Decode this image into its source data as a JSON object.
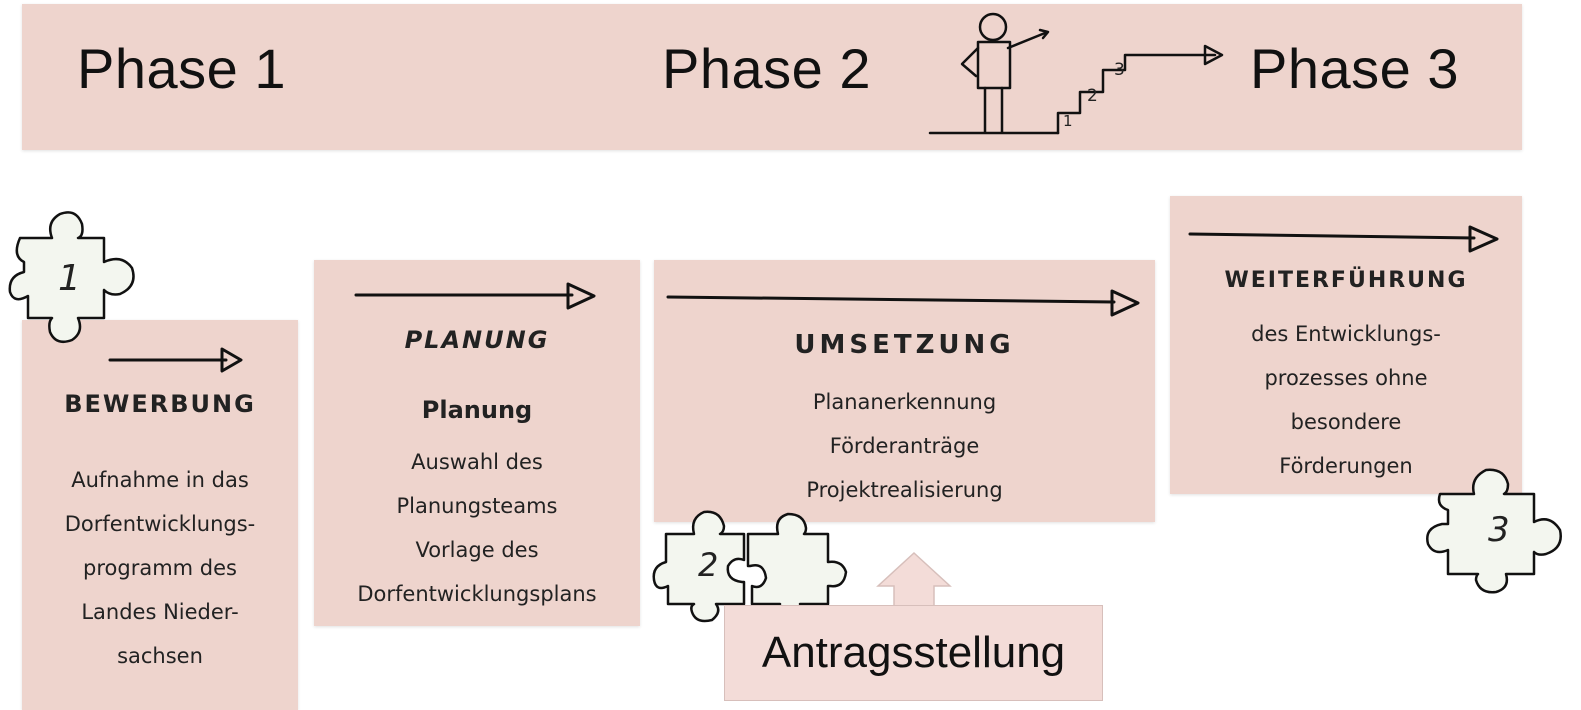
{
  "banner": {
    "phase1": "Phase 1",
    "phase2": "Phase 2",
    "phase3": "Phase 3",
    "stairs": [
      "1",
      "2",
      "3"
    ]
  },
  "puzzles": {
    "p1": "1",
    "p2": "2",
    "p3": "3"
  },
  "cards": {
    "bewerbung": {
      "heading": "BEWERBUNG",
      "lines": [
        "Aufnahme in das",
        "Dorfentwicklungs-",
        "programm des",
        "Landes Nieder-",
        "sachsen"
      ]
    },
    "planung": {
      "heading": "PLANUNG",
      "subheading": "Planung",
      "lines": [
        "Auswahl des",
        "Planungsteams",
        "Vorlage des",
        "Dorfentwicklungsplans"
      ]
    },
    "umsetzung": {
      "heading": "UMSETZUNG",
      "lines": [
        "Plananerkennung",
        "Förderanträge",
        "Projektrealisierung"
      ]
    },
    "weiterfuehrung": {
      "heading": "WEITERFÜHRUNG",
      "lines": [
        "des Entwicklungs-",
        "prozesses ohne",
        "besondere",
        "Förderungen"
      ]
    },
    "antrag": {
      "label": "Antragsstellung"
    }
  },
  "colors": {
    "panel": "#eed4cd",
    "callout": "#f3dcd8",
    "ink": "#111111"
  }
}
